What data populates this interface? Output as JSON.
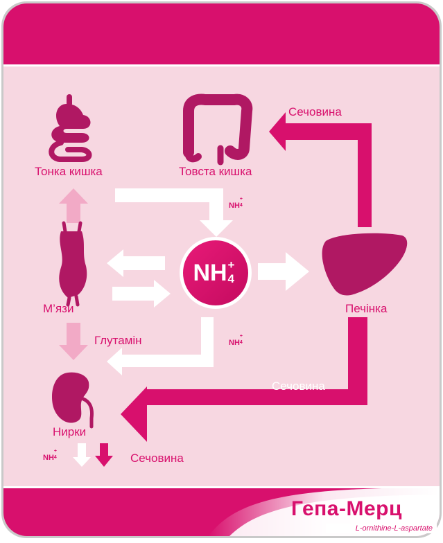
{
  "labels": {
    "small_intestine": "Тонка кишка",
    "large_intestine": "Товста кишка",
    "muscles": "М’язи",
    "liver": "Печінка",
    "kidneys": "Нирки",
    "urea_top": "Сечовина",
    "urea_mid": "Сечовина",
    "urea_bottom": "Сечовина",
    "glutamine": "Глутамін"
  },
  "ammonium": {
    "symbol": "NH",
    "charge": "+",
    "subscript": "4"
  },
  "brand": {
    "name": "Гепа-Мерц",
    "subtitle": "L-ornithine-L-aspartate"
  },
  "colors": {
    "magenta": "#d8106d",
    "light_pink": "#f7d7e1",
    "arrow_pale": "#f2aac6",
    "organ": "#b01863"
  },
  "icons": [
    "stomach-intestine-icon",
    "colon-icon",
    "muscle-icon",
    "liver-icon",
    "kidney-icon"
  ]
}
